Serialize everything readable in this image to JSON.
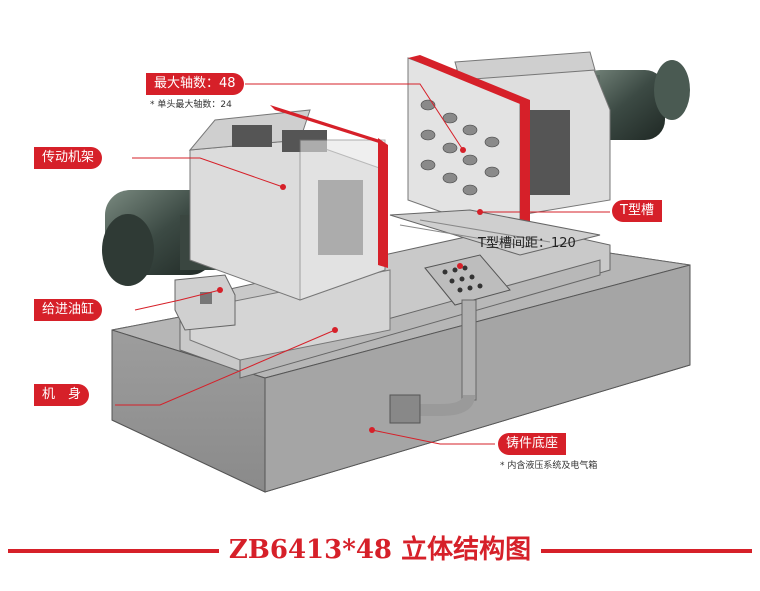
{
  "callouts": {
    "max_axes": "最大轴数：48",
    "max_axes_note": "* 单头最大轴数：24",
    "drive_frame": "传动机架",
    "feed_cylinder": "给进油缸",
    "body": "机　身",
    "t_slot": "T型槽",
    "t_slot_spacing": "T型槽间距：120",
    "cast_base": "铸件底座",
    "cast_base_note": "* 内含液压系统及电气箱"
  },
  "title": "ZB6413*48 立体结构图",
  "colors": {
    "accent": "#d62029",
    "machine_gray": "#a9a9a9"
  }
}
